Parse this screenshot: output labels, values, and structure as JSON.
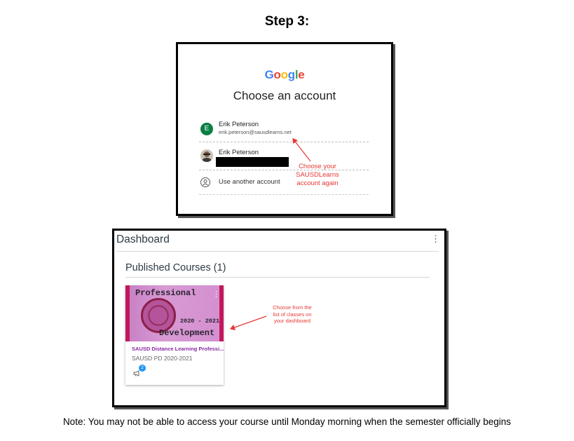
{
  "step_title": "Step 3:",
  "google": {
    "logo": "Google",
    "title": "Choose an account",
    "accounts": [
      {
        "initial": "E",
        "name": "Erik Peterson",
        "email": "erik.peterson@sausdlearns.net"
      },
      {
        "name": "Erik Peterson",
        "email_redacted": true
      }
    ],
    "use_another": "Use another account",
    "annotation": [
      "Choose your",
      "SAUSDLearns",
      "account again"
    ]
  },
  "dashboard": {
    "title": "Dashboard",
    "published_heading": "Published Courses (1)",
    "course": {
      "hero_top": "Professional",
      "hero_year": "2020 - 2021",
      "hero_bottom": "Development",
      "name": "SAUSD Distance Learning Professi...",
      "term": "SAUSD PD 2020-2021",
      "announcement_count": "2"
    },
    "annotation": [
      "Choose from the",
      "list of classes on",
      "your dashboard"
    ]
  },
  "note": "Note: You may not be able to access your course until Monday morning when the semester officially begins",
  "colors": {
    "annotation_red": "#e53935",
    "course_purple": "#8b2aa4",
    "badge_blue": "#2196f3"
  }
}
